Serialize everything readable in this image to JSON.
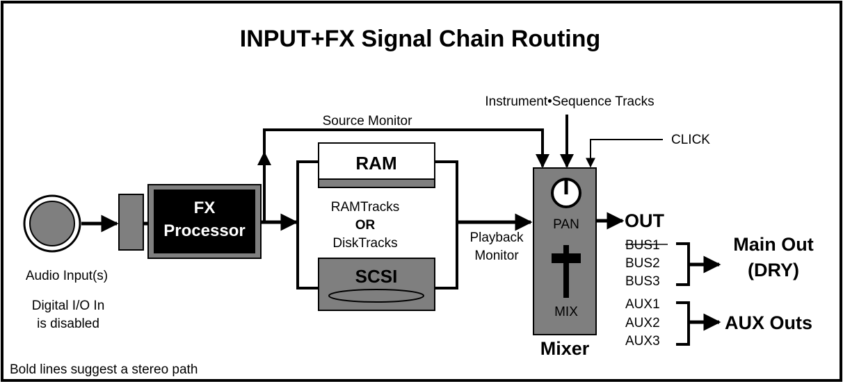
{
  "title": "INPUT+FX Signal Chain Routing",
  "labels": {
    "instrument_tracks": "Instrument•Sequence Tracks",
    "source_monitor": "Source Monitor",
    "click": "CLICK",
    "audio_input": "Audio Input(s)",
    "digital_io_line1": "Digital I/O In",
    "digital_io_line2": "is disabled",
    "footnote": "Bold lines suggest a stereo path",
    "tracks_line1": "RAMTracks",
    "tracks_or": "OR",
    "tracks_line2": "DiskTracks",
    "playback_line1": "Playback",
    "playback_line2": "Monitor"
  },
  "blocks": {
    "fx_line1": "FX",
    "fx_line2": "Processor",
    "ram": "RAM",
    "scsi": "SCSI",
    "pan": "PAN",
    "mix": "MIX",
    "mixer": "Mixer"
  },
  "outputs": {
    "out": "OUT",
    "buses": [
      "BUS1",
      "BUS2",
      "BUS3"
    ],
    "aux": [
      "AUX1",
      "AUX2",
      "AUX3"
    ],
    "main_out_line1": "Main Out",
    "main_out_line2": "(DRY)",
    "aux_outs": "AUX Outs"
  },
  "colors": {
    "block_gray": "#7f7f7f",
    "fx_black": "#000000",
    "line": "#000000"
  }
}
